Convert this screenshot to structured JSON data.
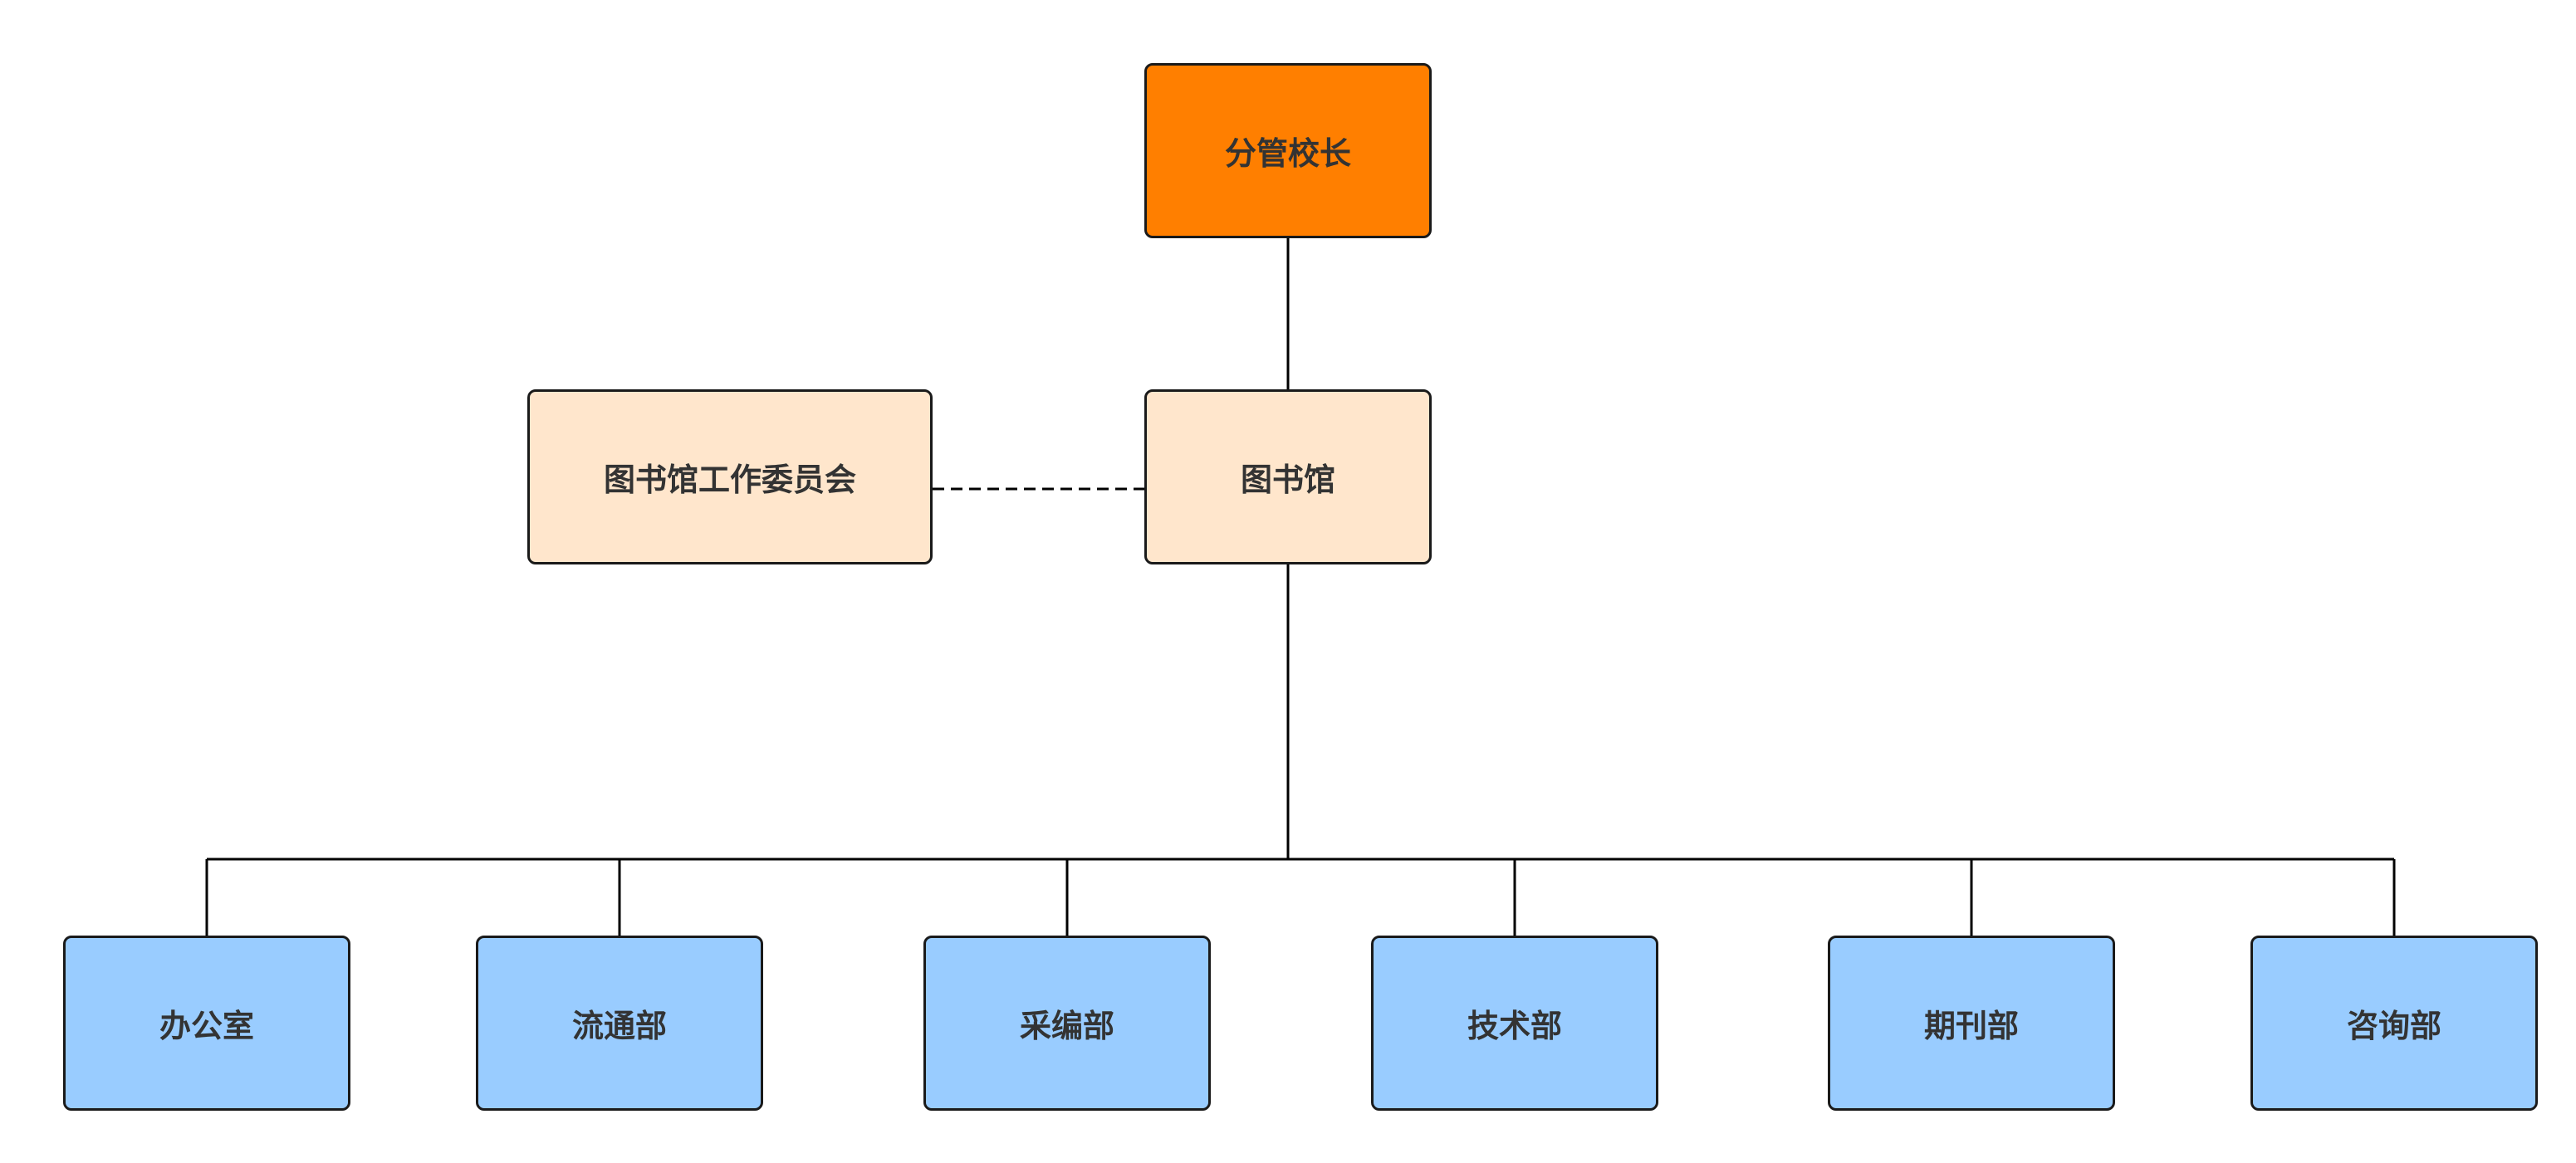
{
  "diagram": {
    "type": "org-chart",
    "colors": {
      "head_fill": "#FF7F00",
      "library_fill": "#FFE6CC",
      "department_fill": "#99CCFF",
      "border": "#1a1a1a",
      "text": "#333333",
      "line": "#000000"
    },
    "head": {
      "label": "分管校长"
    },
    "library": {
      "label": "图书馆"
    },
    "committee": {
      "label": "图书馆工作委员会",
      "link_style": "dashed"
    },
    "departments": [
      {
        "label": "办公室"
      },
      {
        "label": "流通部"
      },
      {
        "label": "采编部"
      },
      {
        "label": "技术部"
      },
      {
        "label": "期刊部"
      },
      {
        "label": "咨询部"
      }
    ]
  }
}
